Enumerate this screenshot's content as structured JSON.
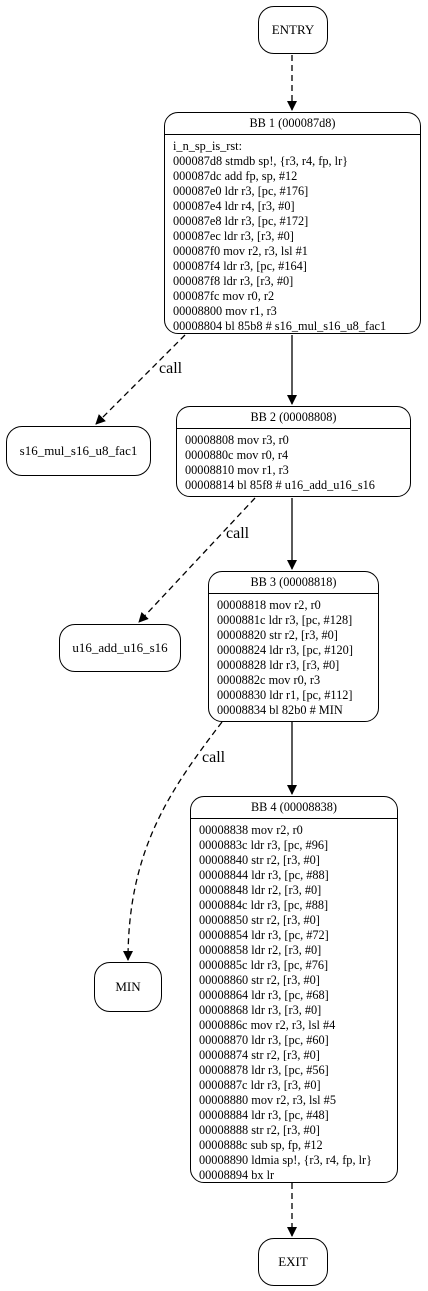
{
  "entry": {
    "label": "ENTRY"
  },
  "exit": {
    "label": "EXIT"
  },
  "bb1": {
    "title": "BB 1 (000087d8)",
    "lines": [
      "i_n_sp_is_rst:",
      "000087d8 stmdb sp!, {r3, r4, fp, lr}",
      "000087dc add fp, sp, #12",
      "000087e0 ldr r3, [pc, #176]",
      "000087e4 ldr r4, [r3, #0]",
      "000087e8 ldr r3, [pc, #172]",
      "000087ec ldr r3, [r3, #0]",
      "000087f0 mov r2, r3, lsl #1",
      "000087f4 ldr r3, [pc, #164]",
      "000087f8 ldr r3, [r3, #0]",
      "000087fc mov r0, r2",
      "00008800 mov r1, r3",
      "00008804 bl 85b8 # s16_mul_s16_u8_fac1"
    ]
  },
  "bb2": {
    "title": "BB 2 (00008808)",
    "lines": [
      "00008808 mov r3, r0",
      "0000880c mov r0, r4",
      "00008810 mov r1, r3",
      "00008814 bl 85f8 # u16_add_u16_s16"
    ]
  },
  "bb3": {
    "title": "BB 3 (00008818)",
    "lines": [
      "00008818 mov r2, r0",
      "0000881c ldr r3, [pc, #128]",
      "00008820 str r2, [r3, #0]",
      "00008824 ldr r3, [pc, #120]",
      "00008828 ldr r3, [r3, #0]",
      "0000882c mov r0, r3",
      "00008830 ldr r1, [pc, #112]",
      "00008834 bl 82b0 # MIN"
    ]
  },
  "bb4": {
    "title": "BB 4 (00008838)",
    "lines": [
      "00008838 mov r2, r0",
      "0000883c ldr r3, [pc, #96]",
      "00008840 str r2, [r3, #0]",
      "00008844 ldr r3, [pc, #88]",
      "00008848 ldr r2, [r3, #0]",
      "0000884c ldr r3, [pc, #88]",
      "00008850 str r2, [r3, #0]",
      "00008854 ldr r3, [pc, #72]",
      "00008858 ldr r2, [r3, #0]",
      "0000885c ldr r3, [pc, #76]",
      "00008860 str r2, [r3, #0]",
      "00008864 ldr r3, [pc, #68]",
      "00008868 ldr r3, [r3, #0]",
      "0000886c mov r2, r3, lsl #4",
      "00008870 ldr r3, [pc, #60]",
      "00008874 str r2, [r3, #0]",
      "00008878 ldr r3, [pc, #56]",
      "0000887c ldr r3, [r3, #0]",
      "00008880 mov r2, r3, lsl #5",
      "00008884 ldr r3, [pc, #48]",
      "00008888 str r2, [r3, #0]",
      "0000888c sub sp, fp, #12",
      "00008890 ldmia sp!, {r3, r4, fp, lr}",
      "00008894 bx lr"
    ]
  },
  "calls": {
    "fn1": "s16_mul_s16_u8_fac1",
    "fn2": "u16_add_u16_s16",
    "fn3": "MIN",
    "edge_label": "call"
  }
}
